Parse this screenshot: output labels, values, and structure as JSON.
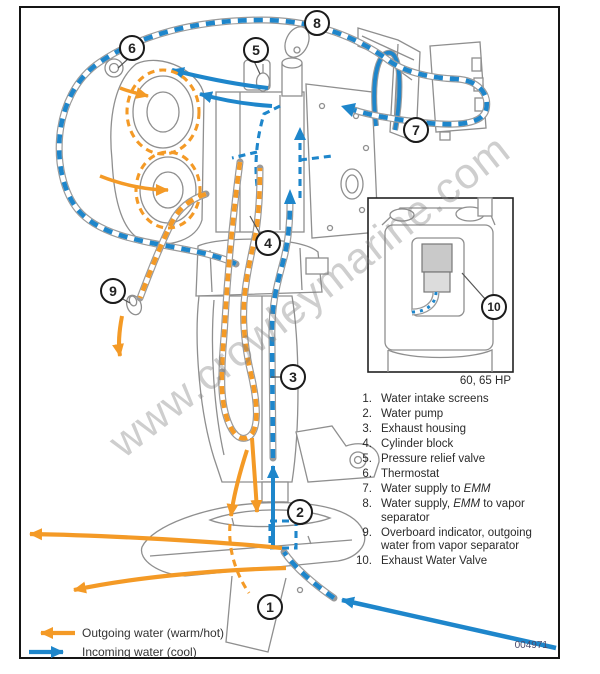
{
  "watermark": "www.crowleymarine.com",
  "doc_number": "004971",
  "inset": {
    "caption": "60, 65 HP"
  },
  "callouts": [
    "1",
    "2",
    "3",
    "4",
    "5",
    "6",
    "7",
    "8",
    "9",
    "10"
  ],
  "parts_list": [
    {
      "num": "1.",
      "pre": "Water intake screens"
    },
    {
      "num": "2.",
      "pre": "Water pump"
    },
    {
      "num": "3.",
      "pre": "Exhaust housing"
    },
    {
      "num": "4.",
      "pre": "Cylinder block"
    },
    {
      "num": "5.",
      "pre": "Pressure relief valve"
    },
    {
      "num": "6.",
      "pre": "Thermostat"
    },
    {
      "num": "7.",
      "pre": "Water supply to ",
      "em": "EMM",
      "post": ""
    },
    {
      "num": "8.",
      "pre": "Water supply, ",
      "em": "EMM",
      "post": " to vapor separator"
    },
    {
      "num": "9.",
      "pre": "Overboard indicator, outgoing water from vapor separator"
    },
    {
      "num": "10.",
      "pre": "Exhaust Water Valve"
    }
  ],
  "legend": {
    "outgoing": "Outgoing water (warm/hot)",
    "incoming": "Incoming water (cool)"
  },
  "colors": {
    "incoming_blue": "#1E86CB",
    "outgoing_orange": "#F49A26"
  }
}
